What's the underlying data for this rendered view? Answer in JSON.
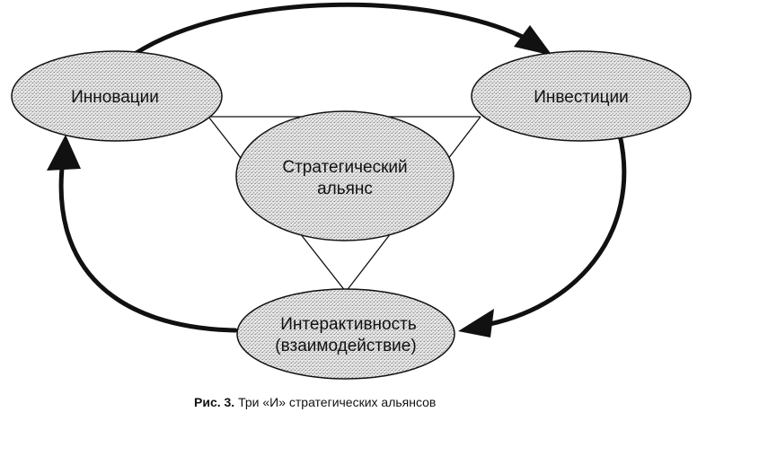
{
  "diagram": {
    "nodes": {
      "innovations": {
        "label": "Инновации"
      },
      "investments": {
        "label": "Инвестиции"
      },
      "alliance": {
        "line1": "Стратегический",
        "line2": "альянс"
      },
      "interactivity": {
        "line1": "Интерактивность",
        "line2": "(взаимодействие)"
      }
    }
  },
  "caption": {
    "prefix": "Рис. 3.",
    "text": "Три «И» стратегических альянсов"
  },
  "colors": {
    "ink": "#111111",
    "node_fill": "#d6d6d6"
  }
}
